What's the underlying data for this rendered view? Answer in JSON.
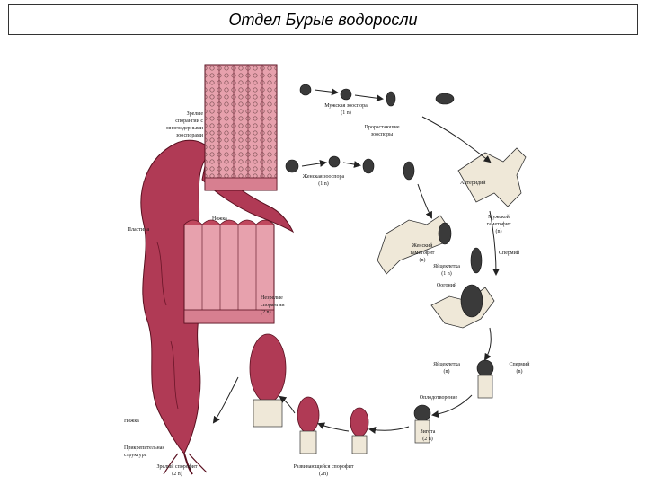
{
  "title": "Отдел Бурые водоросли",
  "colors": {
    "tissue": "#e7a1ad",
    "tissue_dark": "#c0485e",
    "thallus": "#b03a55",
    "ink": "#222222",
    "cell": "#efe8d8"
  },
  "labels": {
    "mature_sori_l1": "Зрелые",
    "mature_sori_l2": "спорангии с",
    "mature_sori_l3": "многоядерными",
    "mature_sori_l4": "зооспорами",
    "male_zoospore_l1": "Мужская зооспора",
    "male_zoospore_l2": "(1 n)",
    "germinating_l1": "Прорастающие",
    "germinating_l2": "зооспоры",
    "female_zoospore_l1": "Женская зооспора",
    "female_zoospore_l2": "(1 n)",
    "antheridium": "Антеридий",
    "male_gametophyte_l1": "Мужской",
    "male_gametophyte_l2": "гаметофит",
    "male_gametophyte_l3": "(n)",
    "stipe_upper": "Ножка",
    "blade": "Пластина",
    "female_gametophyte_l1": "Женский",
    "female_gametophyte_l2": "гаметофит",
    "female_gametophyte_l3": "(n)",
    "sperm_top": "Спермий",
    "oogonium": "Яйцеклетка",
    "egg_l2": "(1 n)",
    "oogonium2": "Оогоний",
    "young_sporangia_l1": "Незрелые",
    "young_sporangia_l2": "спорангии",
    "young_sporangia_l3": "(2 n)",
    "egg_bottom_l1": "Яйцеклетка",
    "egg_bottom_l2": "(n)",
    "sperm_bottom_l1": "Спермий",
    "sperm_bottom_l2": "(n)",
    "fertilization": "Оплодотворение",
    "zygote_l1": "Зигота",
    "zygote_l2": "(2 n)",
    "stipe_lower": "Ножка",
    "holdfast_l1": "Прикрепительная",
    "holdfast_l2": "структура",
    "mature_sporophyte_l1": "Зрелый спорофит",
    "mature_sporophyte_l2": "(2 n)",
    "young_sporophyte_l1": "Развивающийся спорофит",
    "young_sporophyte_l2": "(2n)"
  }
}
